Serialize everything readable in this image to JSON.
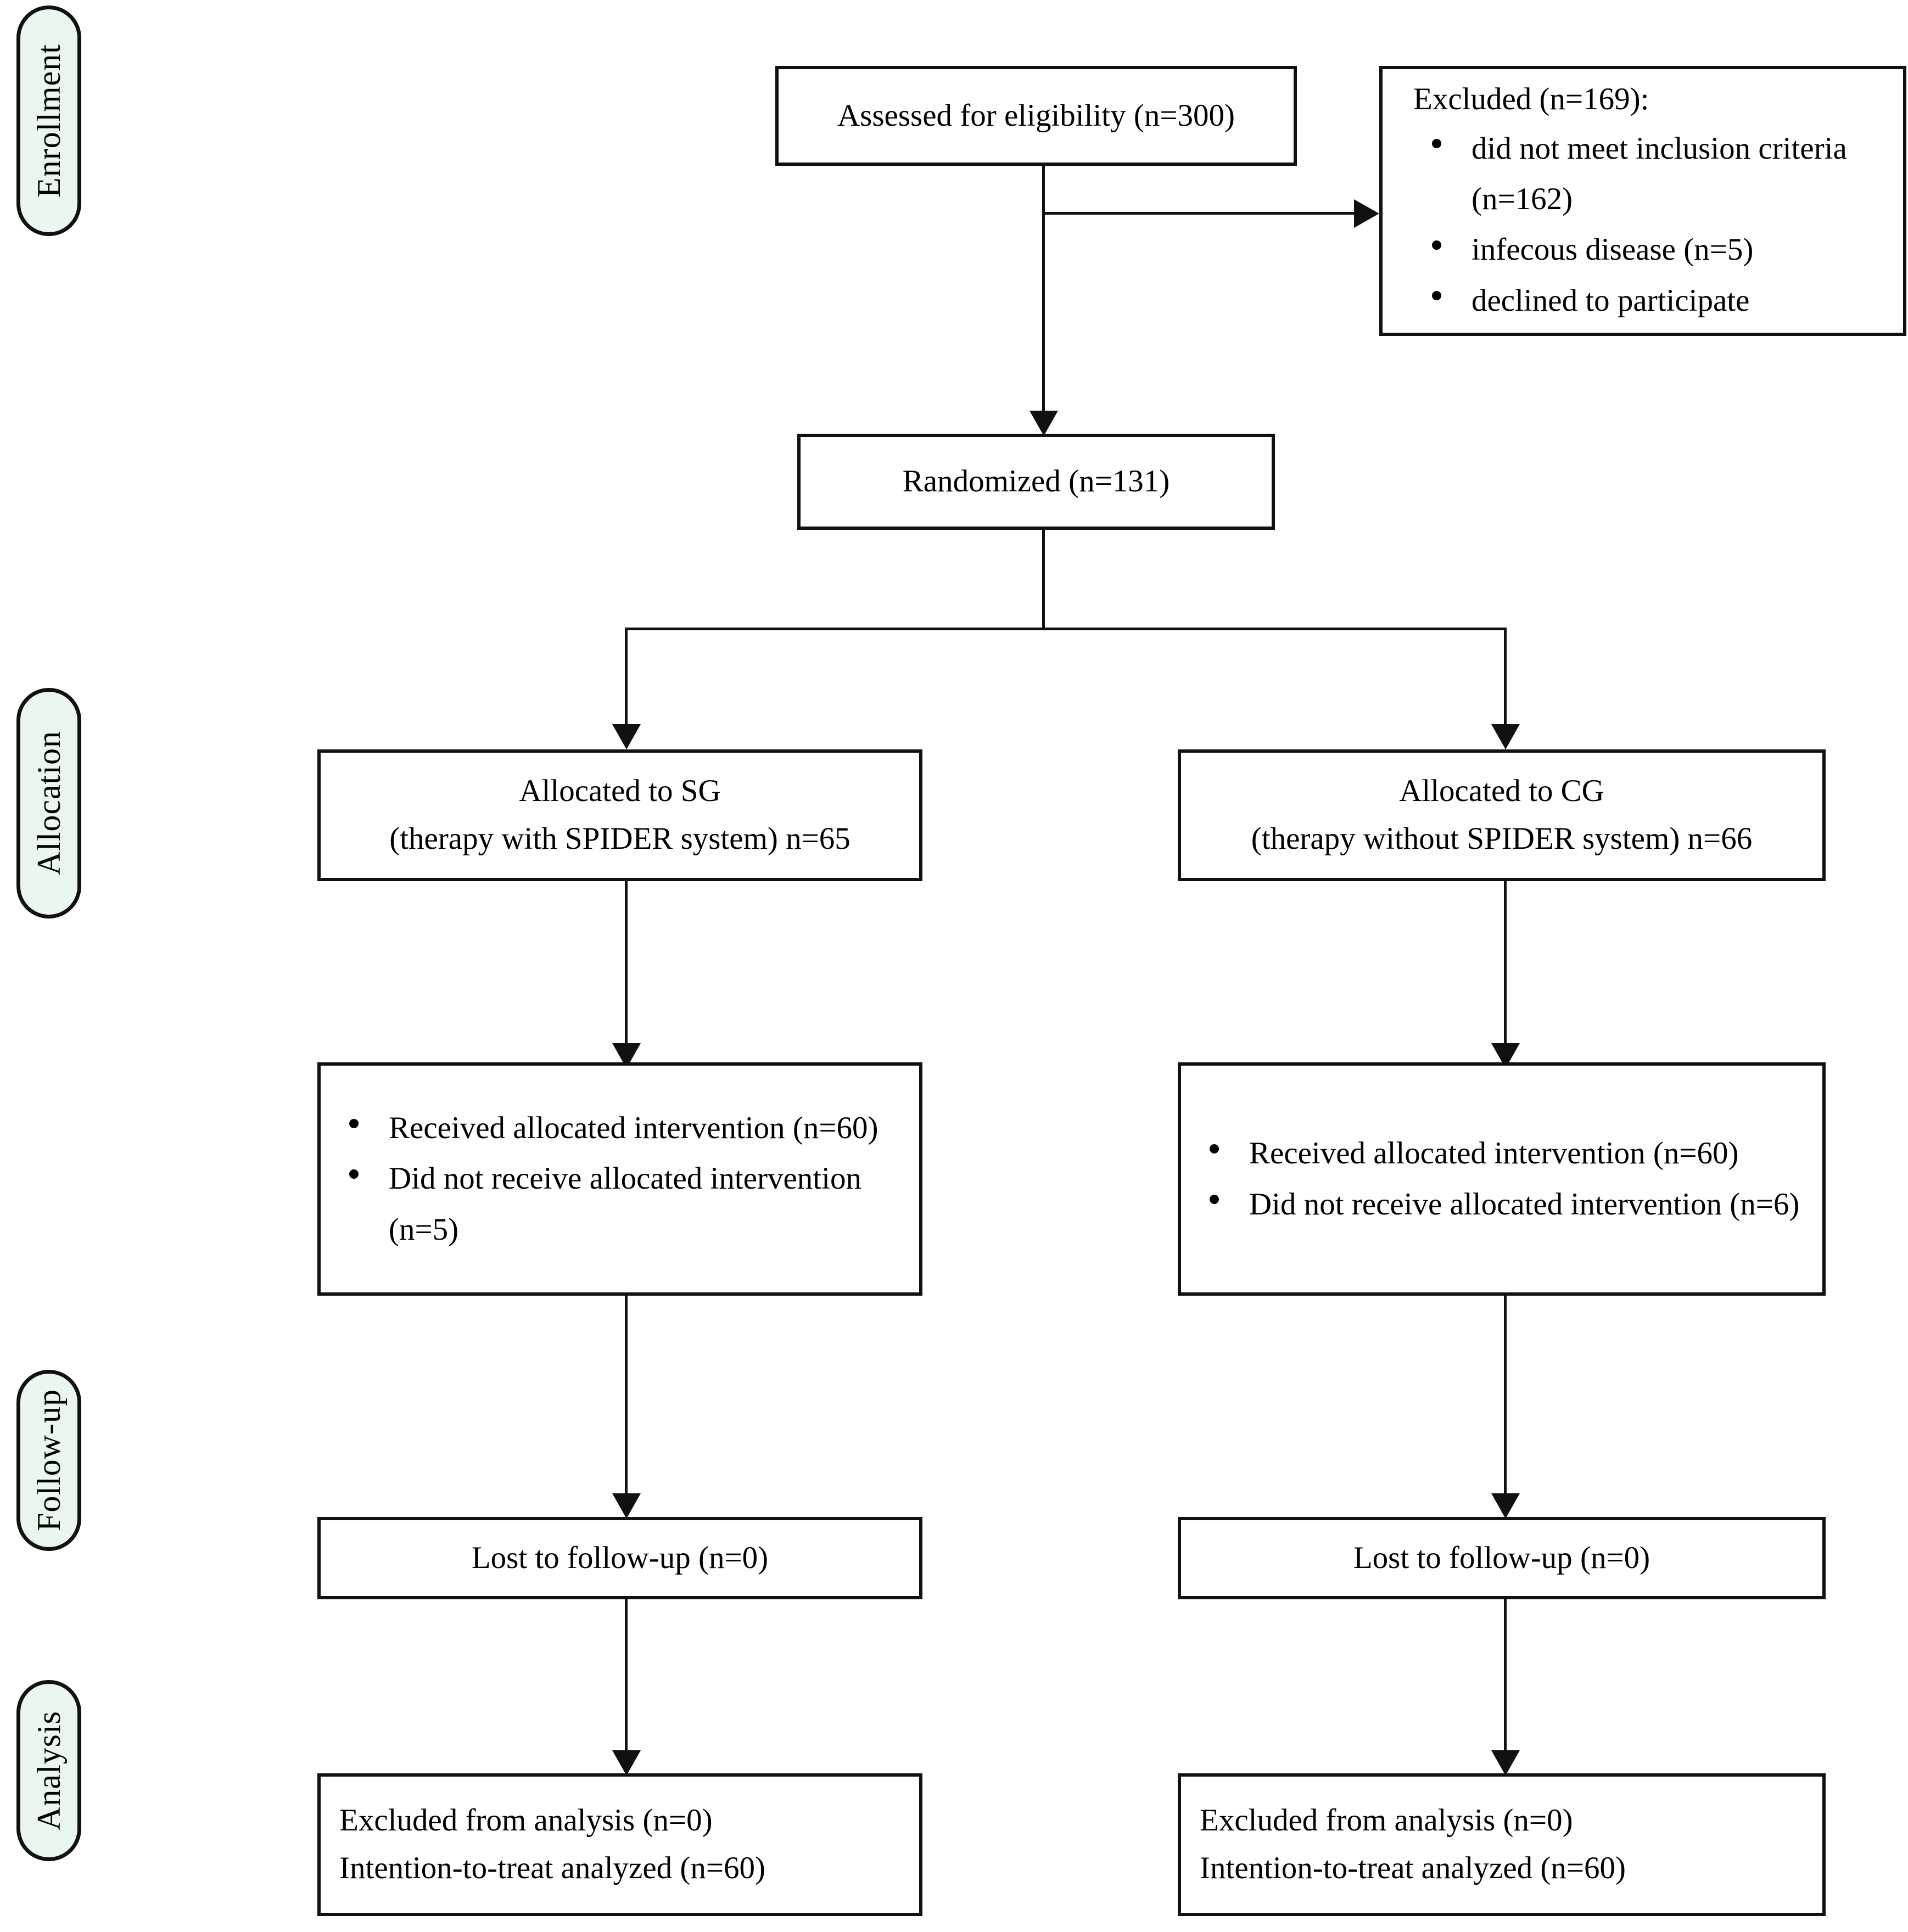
{
  "diagram": {
    "type": "CONSORT participant flow diagram",
    "stages": [
      {
        "id": "enrollment",
        "label": "Enrollment"
      },
      {
        "id": "allocation",
        "label": "Allocation"
      },
      {
        "id": "followup",
        "label": "Follow-up"
      },
      {
        "id": "analysis",
        "label": "Analysis"
      }
    ],
    "nodes": {
      "assessed": {
        "text": "Assessed for eligibility (n=300)"
      },
      "excluded": {
        "heading": "Excluded (n=169):",
        "items": [
          "did not meet inclusion criteria (n=162)",
          "infecous disease (n=5)",
          "declined to participate"
        ]
      },
      "randomized": {
        "text": "Randomized (n=131)"
      },
      "alloc_sg": {
        "line1": "Allocated to SG",
        "line2": "(therapy with SPIDER system) n=65"
      },
      "alloc_cg": {
        "line1": "Allocated to CG",
        "line2": "(therapy without SPIDER system) n=66"
      },
      "interv_sg": {
        "items": [
          "Received allocated intervention (n=60)",
          "Did not receive allocated intervention (n=5)"
        ]
      },
      "interv_cg": {
        "items": [
          "Received allocated intervention (n=60)",
          "Did not receive allocated intervention (n=6)"
        ]
      },
      "lost_sg": {
        "text": "Lost to follow-up (n=0)"
      },
      "lost_cg": {
        "text": "Lost to follow-up (n=0)"
      },
      "analysis_sg": {
        "line1": "Excluded from analysis (n=0)",
        "line2": "Intention-to-treat analyzed (n=60)"
      },
      "analysis_cg": {
        "line1": "Excluded from analysis (n=0)",
        "line2": "Intention-to-treat analyzed (n=60)"
      }
    },
    "colors": {
      "stage_pill_fill": "#EAF7EE",
      "stroke": "#111111",
      "box_fill": "#FFFFFF",
      "text": "#000000"
    }
  }
}
